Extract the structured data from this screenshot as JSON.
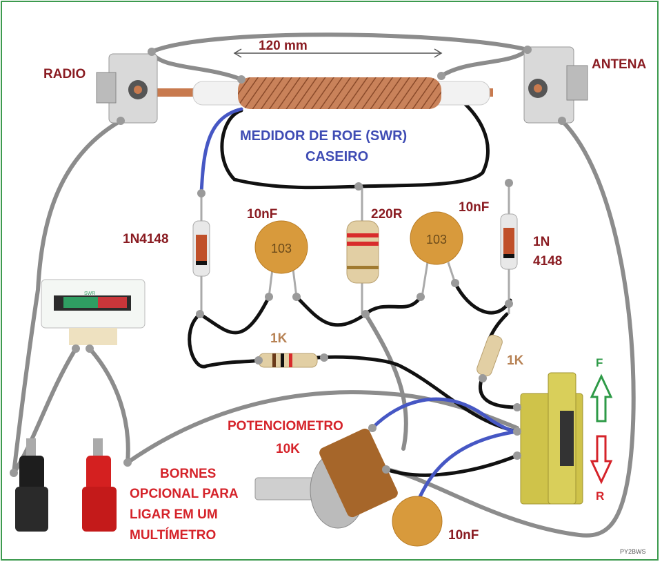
{
  "title": {
    "line1": "MEDIDOR DE ROE (SWR)",
    "line2": "CASEIRO"
  },
  "labels": {
    "radio": "RADIO",
    "antenna": "ANTENA",
    "length": "120 mm",
    "diode_left": "1N4148",
    "diode_right_line1": "1N",
    "diode_right_line2": "4148",
    "cap_left": "10nF",
    "cap_right": "10nF",
    "cap_bottom": "10nF",
    "resistor_center": "220R",
    "resistor_left": "1K",
    "resistor_right": "1K",
    "pot_line1": "POTENCIOMETRO",
    "pot_line2": "10K",
    "terminals_line1": "BORNES",
    "terminals_line2": "OPCIONAL PARA",
    "terminals_line3": "LIGAR EM UM",
    "terminals_line4": "MULTÍMETRO",
    "forward": "F",
    "reverse": "R",
    "cap_marking": "103",
    "meter_scale": "SWR",
    "credit": "PY2BWS"
  },
  "colors": {
    "frame": "#3c9a4e",
    "wire_gray": "#8c8c8c",
    "wire_black": "#111111",
    "wire_blue": "#4657c4",
    "copper": "#c87a4e",
    "capacitor": "#d89a3c",
    "label_dark_red": "#8a1c22",
    "label_blue": "#3f4cb4",
    "label_red": "#d5232a",
    "label_brown": "#b78254",
    "forward_arrow": "#2e9a47",
    "reverse_arrow": "#d5232a"
  }
}
